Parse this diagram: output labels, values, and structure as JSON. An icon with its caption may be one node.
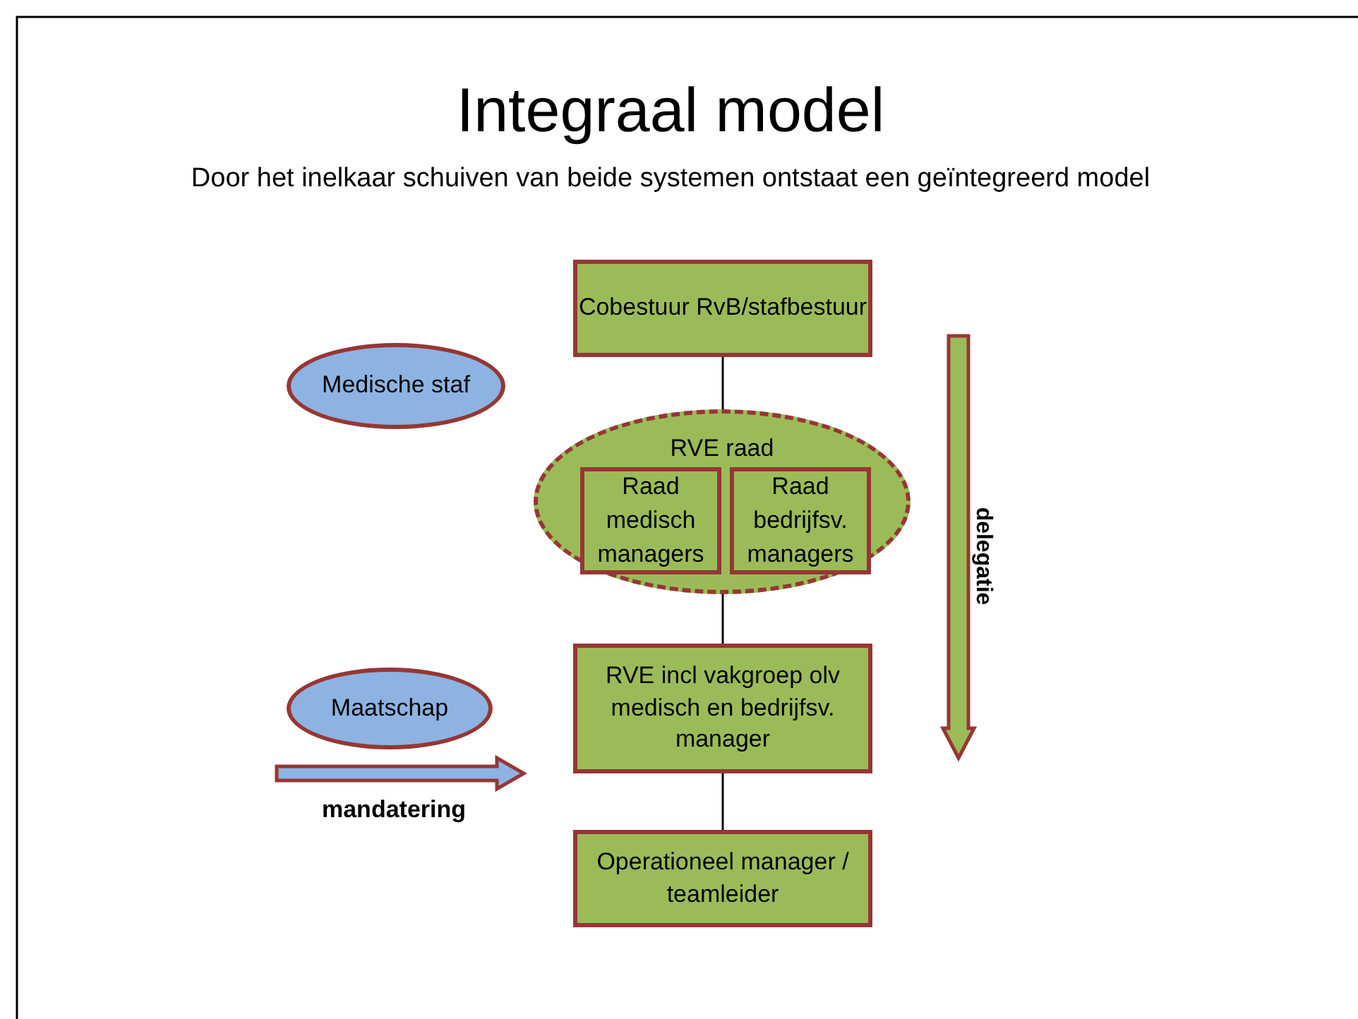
{
  "diagram": {
    "title": "Integraal model",
    "nodes": [
      {
        "text": [
          "Cobestuur RvB/stafbestuur"
        ]
      },
      {
        "text": [
          "Medische staf"
        ]
      },
      {
        "text": [
          "RVE raad"
        ]
      },
      {
        "text": [
          "Raad medisch managers"
        ],
        "in": 2
      },
      {
        "text": [
          "Raad bedrijfsv. managers"
        ],
        "in": 2
      },
      {
        "text": [
          "Maatschap"
        ]
      },
      {
        "text": [
          "RVE incl vakgroep olv medisch en bedrijfsv. manager"
        ]
      },
      {
        "text": [
          "Operationeel manager / teamleider"
        ]
      }
    ],
    "edges": [
      {
        "from": 0,
        "to": 2,
        "arrow": "none"
      },
      {
        "from": 2,
        "to": 6,
        "arrow": "none"
      },
      {
        "from": 6,
        "to": 7,
        "arrow": "none"
      }
    ],
    "labels": [
      "Door het inelkaar schuiven van beide systemen ontstaat een geïntegreerd model",
      "delegatie",
      "mandatering"
    ]
  }
}
